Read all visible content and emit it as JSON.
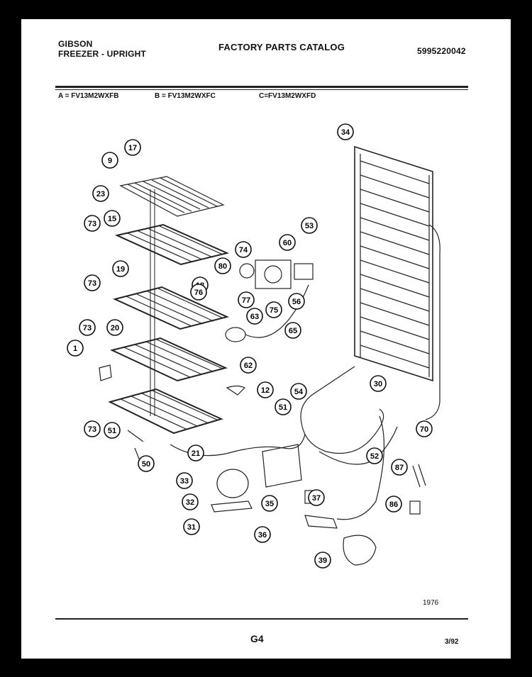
{
  "header": {
    "brand": "GIBSON",
    "product": "FREEZER - UPRIGHT",
    "catalog_title": "FACTORY PARTS CATALOG",
    "catalog_number": "5995220042"
  },
  "models": {
    "a": "A = FV13M2WXFB",
    "b": "B = FV13M2WXFC",
    "c": "C=FV13M2WXFD"
  },
  "footer": {
    "figure_number": "1976",
    "page_id": "G4",
    "date": "3/92"
  },
  "callouts": [
    {
      "id": "c9",
      "label": "9"
    },
    {
      "id": "c17",
      "label": "17"
    },
    {
      "id": "c23",
      "label": "23"
    },
    {
      "id": "c15",
      "label": "15"
    },
    {
      "id": "c73a",
      "label": "73"
    },
    {
      "id": "c18",
      "label": "18"
    },
    {
      "id": "c19",
      "label": "19"
    },
    {
      "id": "c73b",
      "label": "73"
    },
    {
      "id": "c73c",
      "label": "73"
    },
    {
      "id": "c20",
      "label": "20"
    },
    {
      "id": "c1",
      "label": "1"
    },
    {
      "id": "c73d",
      "label": "73"
    },
    {
      "id": "c51a",
      "label": "51"
    },
    {
      "id": "c50",
      "label": "50"
    },
    {
      "id": "c21",
      "label": "21"
    },
    {
      "id": "c12",
      "label": "12"
    },
    {
      "id": "c74",
      "label": "74"
    },
    {
      "id": "c80a",
      "label": "80"
    },
    {
      "id": "c76",
      "label": "76"
    },
    {
      "id": "c77",
      "label": "77"
    },
    {
      "id": "c75",
      "label": "75"
    },
    {
      "id": "c60",
      "label": "60"
    },
    {
      "id": "c53",
      "label": "53"
    },
    {
      "id": "c56",
      "label": "56"
    },
    {
      "id": "c63",
      "label": "63"
    },
    {
      "id": "c65",
      "label": "65"
    },
    {
      "id": "c62",
      "label": "62"
    },
    {
      "id": "c34",
      "label": "34"
    },
    {
      "id": "c30",
      "label": "30"
    },
    {
      "id": "c54",
      "label": "54"
    },
    {
      "id": "c51b",
      "label": "51"
    },
    {
      "id": "c70",
      "label": "70"
    },
    {
      "id": "c52",
      "label": "52"
    },
    {
      "id": "c87",
      "label": "87"
    },
    {
      "id": "c86",
      "label": "86"
    },
    {
      "id": "c33",
      "label": "33"
    },
    {
      "id": "c32",
      "label": "32"
    },
    {
      "id": "c35",
      "label": "35"
    },
    {
      "id": "c31",
      "label": "31"
    },
    {
      "id": "c37",
      "label": "37"
    },
    {
      "id": "c36",
      "label": "36"
    },
    {
      "id": "c39",
      "label": "39"
    }
  ]
}
